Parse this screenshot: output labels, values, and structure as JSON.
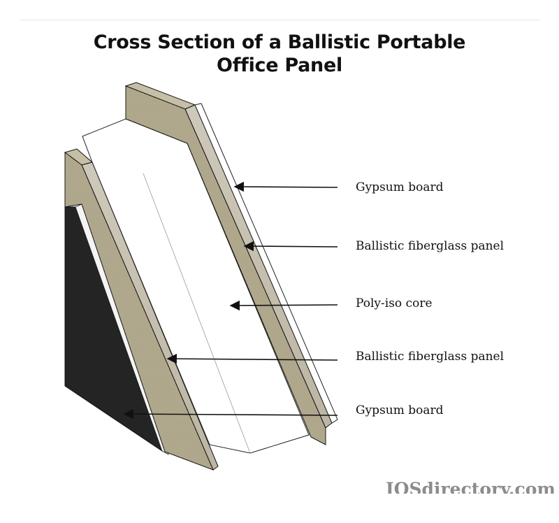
{
  "title": {
    "line1": "Cross Section of a Ballistic Portable",
    "line2": "Office Panel"
  },
  "labels": [
    "Gypsum board",
    "Ballistic fiberglass panel",
    "Poly-iso core",
    "Ballistic fiberglass panel",
    "Gypsum board"
  ],
  "watermark": "IQSdirectory.com",
  "colors": {
    "fiberglass": "#b3aa8d",
    "fiberglass_face": "#ccc6b7",
    "gypsum_back": "#222222",
    "core": "#ffffff",
    "outline": "#111111"
  }
}
